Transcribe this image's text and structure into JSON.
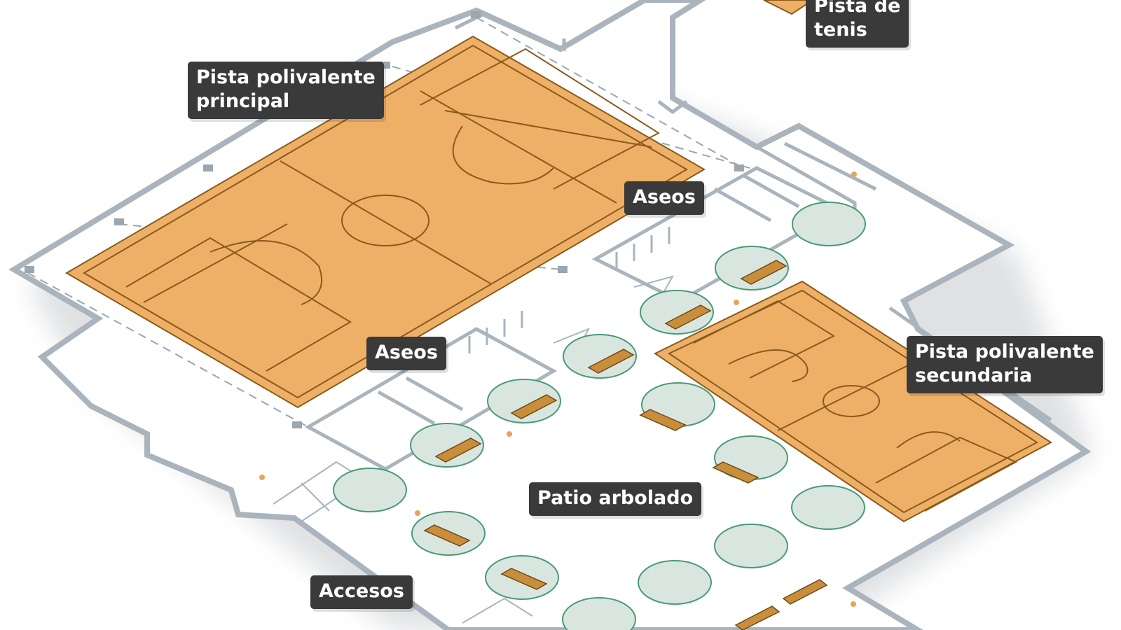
{
  "labels": {
    "tennis": [
      "Pista de",
      "tenis"
    ],
    "main_court": [
      "Pista polivalente",
      "principal"
    ],
    "toilets_upper": "Aseos",
    "toilets_lower": "Aseos",
    "secondary_court": [
      "Pista polivalente",
      "secundaria"
    ],
    "patio": "Patio arbolado",
    "access": "Accesos"
  },
  "colors": {
    "court_fill": "#eeb067",
    "court_line": "#8a5a1c",
    "tree_fill": "#d9e6df",
    "tree_stroke": "#4a9a78",
    "bench_fill": "#c98e3c",
    "wall": "#a9b4bd",
    "floor": "#ffffff",
    "shadow": "#e1e3e5",
    "label_bg": "#3a3a3a",
    "label_text": "#ffffff"
  }
}
